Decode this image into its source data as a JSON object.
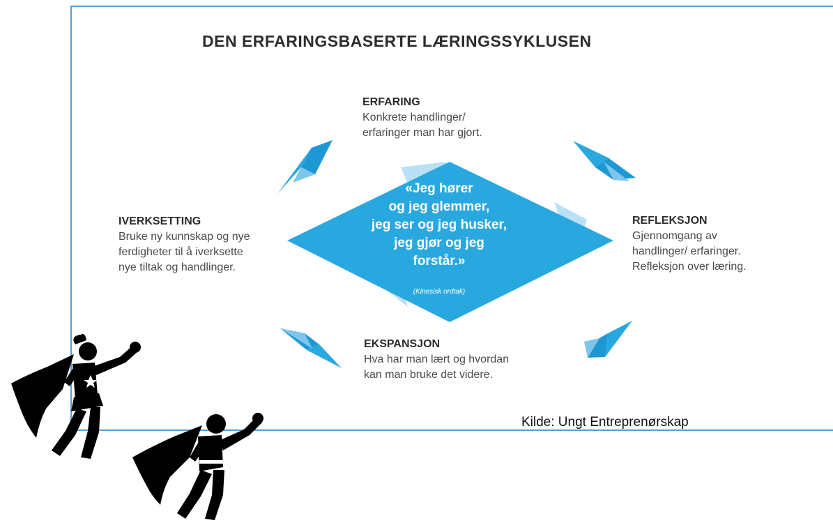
{
  "title": "DEN ERFARINGSBASERTE LÆRINGSSYKLUSEN",
  "stages": {
    "erfaring": {
      "heading": "ERFARING",
      "text": "Konkrete handlinger/\nerfaringer man har gjort."
    },
    "refleksjon": {
      "heading": "REFLEKSJON",
      "text": "Gjennomgang av\nhandlinger/ erfaringer.\nRefleksjon over læring."
    },
    "ekspansjon": {
      "heading": "EKSPANSJON",
      "text": "Hva har man lært og hvordan\nkan man bruke det videre."
    },
    "iverksetting": {
      "heading": "IVERKSETTING",
      "text": "Bruke ny kunnskap og nye\nferdigheter til å iverksette\nnye tiltak og handlinger."
    }
  },
  "center_quote": {
    "text": "«Jeg hører\nog jeg glemmer,\njeg ser og jeg husker,\njeg gjør og jeg\nforstår.»",
    "source": "(Kinesisk ordtak)"
  },
  "credit": "Kilde: Ungt Entreprenørskap",
  "colors": {
    "accent": "#29a8e0",
    "accent_light": "#a9d8f2",
    "frame": "#5b9bd5"
  },
  "icons": [
    "superhero-woman-icon",
    "superhero-man-icon"
  ]
}
